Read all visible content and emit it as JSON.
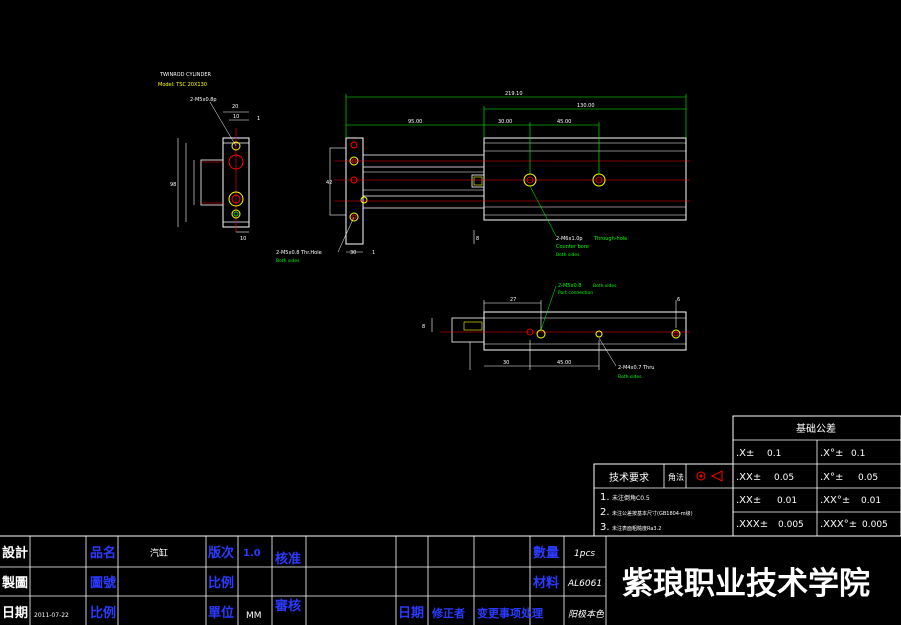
{
  "title_block_top": {
    "cylinder_name": "TWINROD CYLINDER",
    "model_line": "Model: TSC 20X130",
    "callouts": {
      "tl_hole": "2-M5x0.8p",
      "mid_hole": "2-M5x0.8 Thr.Hole",
      "mid_hole_sub": "Both sides",
      "right_hole": "2-M6x1.0p",
      "right_hole_sub1": "Through-hole",
      "right_hole_sub2": "Counter bore",
      "right_hole_sub3": "Both sides",
      "bot_hole1": "2-M5x0.8",
      "bot_hole1_sub": "Port connection",
      "bot_hole1_tag": "Both sides",
      "bot_hole2": "2-M4x0.7 Thru",
      "bot_hole2_sub": "Both sides"
    },
    "dims": {
      "d20": "20",
      "d10": "10",
      "d1": "1",
      "d10b": "10",
      "d30": "30",
      "d1b": "1",
      "overall": "219.10",
      "d130": "130.00",
      "d95": "95.00",
      "d30b": "30.00",
      "d45": "45.00",
      "d27": "27",
      "d30c": "30",
      "d45b": "45.00",
      "d6": "6",
      "d8": "8",
      "d8b": "8"
    }
  },
  "tolerance_table": {
    "title": "基础公差",
    "rows": [
      {
        "a": ".X±",
        "av": "0.1",
        "b": ".X°±",
        "bv": "0.1"
      },
      {
        "a": ".XX±",
        "av": "0.05",
        "b": ".X°±",
        "bv": "0.05"
      },
      {
        "a": ".XX±",
        "av": "0.01",
        "b": ".XX°±",
        "bv": "0.01"
      },
      {
        "a": ".XXX±",
        "av": "0.005",
        "b": ".XXX°±",
        "bv": "0.005"
      }
    ]
  },
  "tech_requirements": {
    "title": "技术要求",
    "projection_label": "角法",
    "items": [
      {
        "num": "1.",
        "text": "未注倒角C0.5"
      },
      {
        "num": "2.",
        "text": "未注公差按基本尺寸(GB1804-m级)"
      },
      {
        "num": "3.",
        "text": "未注表面粗糙度Ra3.2"
      }
    ]
  },
  "title_block": {
    "design_label": "設計",
    "draw_label": "製圖",
    "date_label": "日期",
    "date_value": "2011-07-22",
    "part_name_label": "品名",
    "part_name_value": "汽缸",
    "drawing_no_label": "圖號",
    "scale_label_row": "比例",
    "version_label": "版次",
    "version_value": "1.0",
    "scale_label": "比例",
    "unit_label": "單位",
    "unit_value": "MM",
    "check_label": "核准",
    "audit_label": "審核",
    "qty_label": "數量",
    "qty_value": "1pcs",
    "material_label": "材料",
    "material_value": "AL6061",
    "finish_value": "阳极本色",
    "change_date_label": "日期",
    "modifier_label": "修正者",
    "change_label": "变更事项处理",
    "school": "紫琅职业技术学院"
  }
}
